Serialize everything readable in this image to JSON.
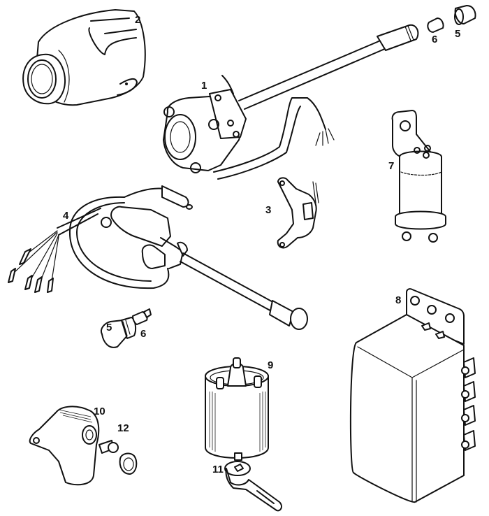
{
  "diagram": {
    "type": "exploded-parts-illustration",
    "ink_color": "#111111",
    "background_color": "#ffffff",
    "callouts": [
      {
        "id": "1",
        "label": "1",
        "part": "combination-switch"
      },
      {
        "id": "2",
        "label": "2",
        "part": "switch-cowl"
      },
      {
        "id": "3",
        "label": "3",
        "part": "mounting-bracket"
      },
      {
        "id": "4",
        "label": "4",
        "part": "stalk-switch-with-harness"
      },
      {
        "id": "5a",
        "label": "5",
        "part": "warning-lamp-lens-top"
      },
      {
        "id": "6a",
        "label": "6",
        "part": "bulb-top"
      },
      {
        "id": "7",
        "label": "7",
        "part": "flasher-unit"
      },
      {
        "id": "8",
        "label": "8",
        "part": "control-box"
      },
      {
        "id": "5b",
        "label": "5",
        "part": "warning-lamp-lens-middle"
      },
      {
        "id": "6b",
        "label": "6",
        "part": "bulb-middle"
      },
      {
        "id": "9",
        "label": "9",
        "part": "ignition-coil-cap"
      },
      {
        "id": "10",
        "label": "10",
        "part": "lamp-housing"
      },
      {
        "id": "11",
        "label": "11",
        "part": "lever-arm"
      },
      {
        "id": "12",
        "label": "12",
        "part": "screw-and-nut"
      }
    ]
  }
}
